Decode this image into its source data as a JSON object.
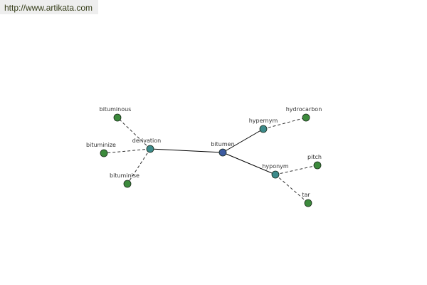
{
  "header": {
    "url": "http://www.artikata.com"
  },
  "colors": {
    "root": "#3c5aa0",
    "relation": "#3c8a8a",
    "leaf": "#3c8a3c",
    "solid_edge": "#000000",
    "dashed_edge": "#333333",
    "url_text": "#333b16"
  },
  "graph": {
    "nodes": [
      {
        "id": "bitumen",
        "label": "bitumen",
        "kind": "root"
      },
      {
        "id": "derivation",
        "label": "derivation",
        "kind": "relation"
      },
      {
        "id": "hypernym",
        "label": "hypernym",
        "kind": "relation"
      },
      {
        "id": "hyponym",
        "label": "hyponym",
        "kind": "relation"
      },
      {
        "id": "bituminous",
        "label": "bituminous",
        "kind": "leaf"
      },
      {
        "id": "bituminize",
        "label": "bituminize",
        "kind": "leaf"
      },
      {
        "id": "bituminise",
        "label": "bituminise",
        "kind": "leaf"
      },
      {
        "id": "hydrocarbon",
        "label": "hydrocarbon",
        "kind": "leaf"
      },
      {
        "id": "pitch",
        "label": "pitch",
        "kind": "leaf"
      },
      {
        "id": "tar",
        "label": "tar",
        "kind": "leaf"
      }
    ],
    "edges": [
      {
        "from": "bitumen",
        "to": "derivation",
        "style": "solid"
      },
      {
        "from": "bitumen",
        "to": "hypernym",
        "style": "solid"
      },
      {
        "from": "bitumen",
        "to": "hyponym",
        "style": "solid"
      },
      {
        "from": "derivation",
        "to": "bituminous",
        "style": "dashed"
      },
      {
        "from": "derivation",
        "to": "bituminize",
        "style": "dashed"
      },
      {
        "from": "derivation",
        "to": "bituminise",
        "style": "dashed"
      },
      {
        "from": "hypernym",
        "to": "hydrocarbon",
        "style": "dashed"
      },
      {
        "from": "hyponym",
        "to": "pitch",
        "style": "dashed"
      },
      {
        "from": "hyponym",
        "to": "tar",
        "style": "dashed"
      }
    ]
  }
}
